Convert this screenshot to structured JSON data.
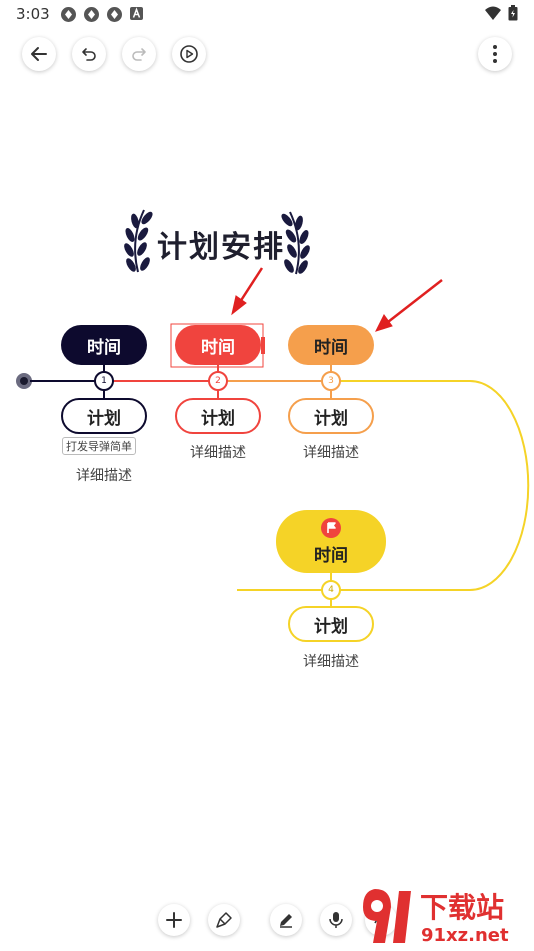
{
  "status": {
    "time": "3:03"
  },
  "canvas": {
    "title": "计划安排",
    "hint": "打发导弹简单",
    "nodes": [
      {
        "id": 1,
        "time": "时间",
        "plan": "计划",
        "desc": "详细描述",
        "color": "#0d0a2e"
      },
      {
        "id": 2,
        "time": "时间",
        "plan": "计划",
        "desc": "详细描述",
        "color": "#f0443e"
      },
      {
        "id": 3,
        "time": "时间",
        "plan": "计划",
        "desc": "详细描述",
        "color": "#f59f4c"
      },
      {
        "id": 4,
        "time": "时间",
        "plan": "计划",
        "desc": "详细描述",
        "color": "#f5d327"
      }
    ]
  },
  "watermark": {
    "text": "下载站",
    "domain": "91xz.net"
  },
  "colors": {
    "arrow": "#e02020",
    "selection": "#f0443e"
  }
}
